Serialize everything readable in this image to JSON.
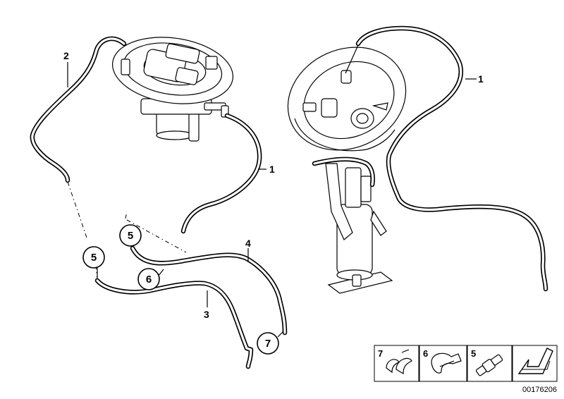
{
  "diagram": {
    "callouts": {
      "c1_left": "1",
      "c1_right": "1",
      "c2": "2",
      "c3": "3",
      "c4": "4",
      "c5_top": "5",
      "c5_left": "5",
      "c6": "6",
      "c7": "7"
    },
    "legend": {
      "box7": "7",
      "box6": "6",
      "box5": "5"
    },
    "part_number": "00176206"
  }
}
